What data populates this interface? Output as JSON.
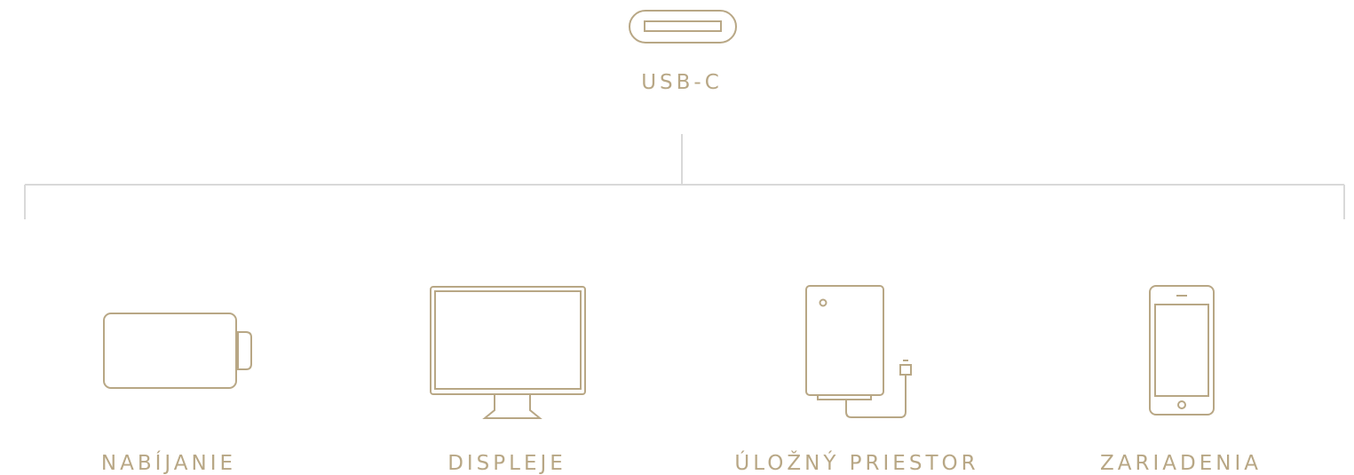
{
  "colors": {
    "accent": "#b8a785",
    "line": "#d9d9d9"
  },
  "source": {
    "label": "USB-C",
    "icon": "usb-c-port-icon"
  },
  "targets": [
    {
      "label": "NABÍJANIE",
      "icon": "battery-icon"
    },
    {
      "label": "DISPLEJE",
      "icon": "display-monitor-icon"
    },
    {
      "label": "ÚLOŽNÝ PRIESTOR",
      "icon": "external-storage-icon"
    },
    {
      "label": "ZARIADENIA",
      "icon": "phone-icon"
    }
  ]
}
